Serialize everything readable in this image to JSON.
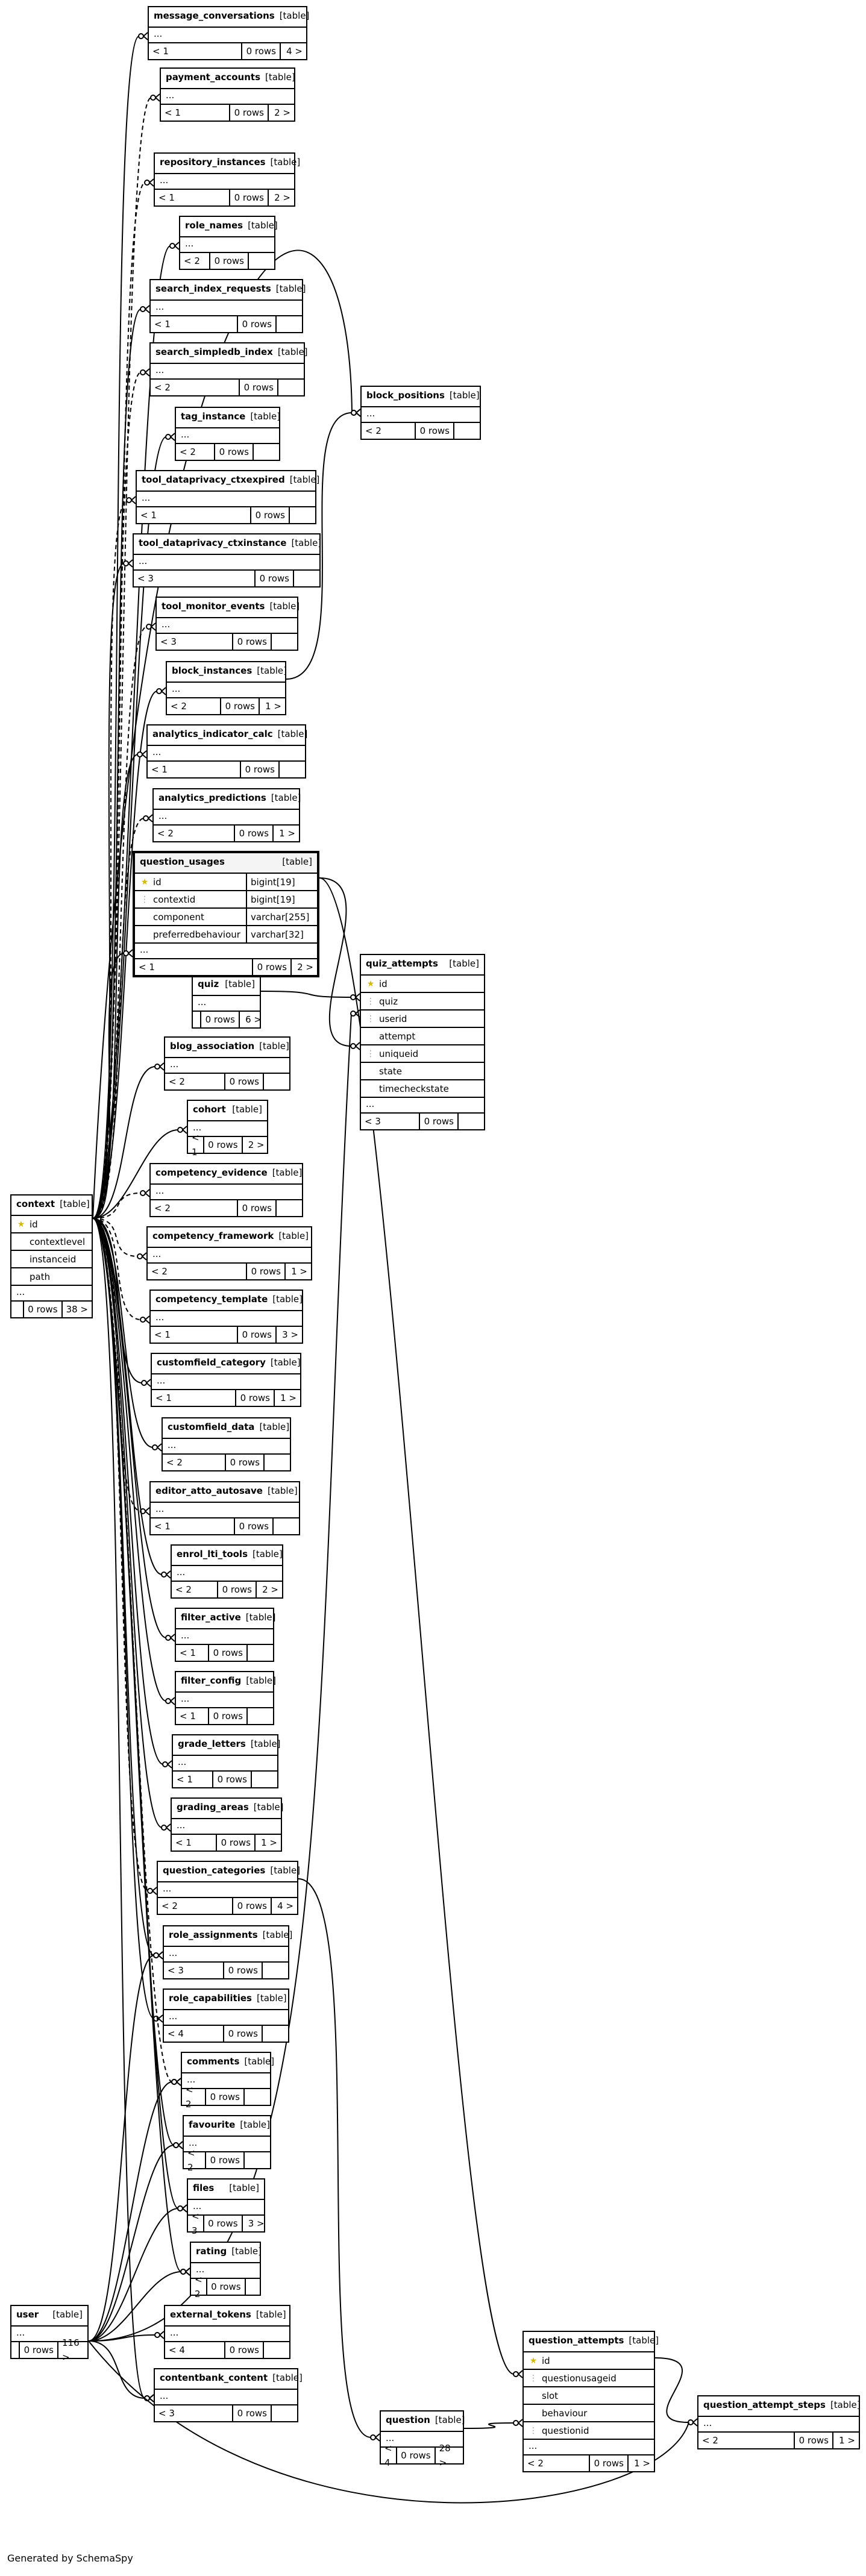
{
  "diagram": {
    "generated_by": "Generated by SchemaSpy",
    "type_label": "[table]",
    "tables": [
      {
        "id": "message_conversations",
        "name": "message_conversations",
        "parents": "< 1",
        "rows": "0 rows",
        "children": "4 >"
      },
      {
        "id": "payment_accounts",
        "name": "payment_accounts",
        "parents": "< 1",
        "rows": "0 rows",
        "children": "2 >"
      },
      {
        "id": "repository_instances",
        "name": "repository_instances",
        "parents": "< 1",
        "rows": "0 rows",
        "children": "2 >"
      },
      {
        "id": "role_names",
        "name": "role_names",
        "parents": "< 2",
        "rows": "0 rows",
        "children": ""
      },
      {
        "id": "search_index_requests",
        "name": "search_index_requests",
        "parents": "< 1",
        "rows": "0 rows",
        "children": ""
      },
      {
        "id": "search_simpledb_index",
        "name": "search_simpledb_index",
        "parents": "< 2",
        "rows": "0 rows",
        "children": ""
      },
      {
        "id": "tag_instance",
        "name": "tag_instance",
        "parents": "< 2",
        "rows": "0 rows",
        "children": ""
      },
      {
        "id": "tool_dataprivacy_ctxexpired",
        "name": "tool_dataprivacy_ctxexpired",
        "parents": "< 1",
        "rows": "0 rows",
        "children": ""
      },
      {
        "id": "tool_dataprivacy_ctxinstance",
        "name": "tool_dataprivacy_ctxinstance",
        "parents": "< 3",
        "rows": "0 rows",
        "children": ""
      },
      {
        "id": "tool_monitor_events",
        "name": "tool_monitor_events",
        "parents": "< 3",
        "rows": "0 rows",
        "children": ""
      },
      {
        "id": "block_instances",
        "name": "block_instances",
        "parents": "< 2",
        "rows": "0 rows",
        "children": "1 >"
      },
      {
        "id": "analytics_indicator_calc",
        "name": "analytics_indicator_calc",
        "parents": "< 1",
        "rows": "0 rows",
        "children": ""
      },
      {
        "id": "analytics_predictions",
        "name": "analytics_predictions",
        "parents": "< 2",
        "rows": "0 rows",
        "children": "1 >"
      },
      {
        "id": "block_positions",
        "name": "block_positions",
        "parents": "< 2",
        "rows": "0 rows",
        "children": ""
      },
      {
        "id": "quiz",
        "name": "quiz",
        "parents": "",
        "rows": "0 rows",
        "children": "6 >"
      },
      {
        "id": "blog_association",
        "name": "blog_association",
        "parents": "< 2",
        "rows": "0 rows",
        "children": ""
      },
      {
        "id": "cohort",
        "name": "cohort",
        "parents": "< 1",
        "rows": "0 rows",
        "children": "2 >"
      },
      {
        "id": "competency_evidence",
        "name": "competency_evidence",
        "parents": "< 2",
        "rows": "0 rows",
        "children": ""
      },
      {
        "id": "competency_framework",
        "name": "competency_framework",
        "parents": "< 2",
        "rows": "0 rows",
        "children": "1 >"
      },
      {
        "id": "competency_template",
        "name": "competency_template",
        "parents": "< 1",
        "rows": "0 rows",
        "children": "3 >"
      },
      {
        "id": "customfield_category",
        "name": "customfield_category",
        "parents": "< 1",
        "rows": "0 rows",
        "children": "1 >"
      },
      {
        "id": "customfield_data",
        "name": "customfield_data",
        "parents": "< 2",
        "rows": "0 rows",
        "children": ""
      },
      {
        "id": "editor_atto_autosave",
        "name": "editor_atto_autosave",
        "parents": "< 1",
        "rows": "0 rows",
        "children": ""
      },
      {
        "id": "enrol_lti_tools",
        "name": "enrol_lti_tools",
        "parents": "< 2",
        "rows": "0 rows",
        "children": "2 >"
      },
      {
        "id": "filter_active",
        "name": "filter_active",
        "parents": "< 1",
        "rows": "0 rows",
        "children": ""
      },
      {
        "id": "filter_config",
        "name": "filter_config",
        "parents": "< 1",
        "rows": "0 rows",
        "children": ""
      },
      {
        "id": "grade_letters",
        "name": "grade_letters",
        "parents": "< 1",
        "rows": "0 rows",
        "children": ""
      },
      {
        "id": "grading_areas",
        "name": "grading_areas",
        "parents": "< 1",
        "rows": "0 rows",
        "children": "1 >"
      },
      {
        "id": "question_categories",
        "name": "question_categories",
        "parents": "< 2",
        "rows": "0 rows",
        "children": "4 >"
      },
      {
        "id": "role_assignments",
        "name": "role_assignments",
        "parents": "< 3",
        "rows": "0 rows",
        "children": ""
      },
      {
        "id": "role_capabilities",
        "name": "role_capabilities",
        "parents": "< 4",
        "rows": "0 rows",
        "children": ""
      },
      {
        "id": "comments",
        "name": "comments",
        "parents": "< 2",
        "rows": "0 rows",
        "children": ""
      },
      {
        "id": "favourite",
        "name": "favourite",
        "parents": "< 2",
        "rows": "0 rows",
        "children": ""
      },
      {
        "id": "files",
        "name": "files",
        "parents": "< 3",
        "rows": "0 rows",
        "children": "3 >"
      },
      {
        "id": "rating",
        "name": "rating",
        "parents": "< 2",
        "rows": "0 rows",
        "children": ""
      },
      {
        "id": "external_tokens",
        "name": "external_tokens",
        "parents": "< 4",
        "rows": "0 rows",
        "children": ""
      },
      {
        "id": "contentbank_content",
        "name": "contentbank_content",
        "parents": "< 3",
        "rows": "0 rows",
        "children": ""
      },
      {
        "id": "question",
        "name": "question",
        "parents": "< 4",
        "rows": "0 rows",
        "children": "28 >"
      },
      {
        "id": "question_attempt_steps",
        "name": "question_attempt_steps",
        "parents": "< 2",
        "rows": "0 rows",
        "children": "1 >"
      },
      {
        "id": "user",
        "name": "user",
        "parents": "",
        "rows": "0 rows",
        "children": "116 >"
      },
      {
        "id": "context",
        "name": "context",
        "parents": "",
        "rows": "0 rows",
        "children": "38 >",
        "columns": [
          {
            "name": "id",
            "icon": "key"
          },
          {
            "name": "contextlevel",
            "icon": ""
          },
          {
            "name": "instanceid",
            "icon": ""
          },
          {
            "name": "path",
            "icon": ""
          }
        ]
      },
      {
        "id": "question_usages",
        "name": "question_usages",
        "parents": "< 1",
        "rows": "0 rows",
        "children": "2 >",
        "columns": [
          {
            "name": "id",
            "icon": "key",
            "type": "bigint[19]"
          },
          {
            "name": "contextid",
            "icon": "fk",
            "type": "bigint[19]"
          },
          {
            "name": "component",
            "icon": "",
            "type": "varchar[255]"
          },
          {
            "name": "preferredbehaviour",
            "icon": "",
            "type": "varchar[32]"
          }
        ]
      },
      {
        "id": "quiz_attempts",
        "name": "quiz_attempts",
        "parents": "< 3",
        "rows": "0 rows",
        "children": "",
        "columns": [
          {
            "name": "id",
            "icon": "key"
          },
          {
            "name": "quiz",
            "icon": "fk"
          },
          {
            "name": "userid",
            "icon": "fk"
          },
          {
            "name": "attempt",
            "icon": ""
          },
          {
            "name": "uniqueid",
            "icon": "fk"
          },
          {
            "name": "state",
            "icon": ""
          },
          {
            "name": "timecheckstate",
            "icon": ""
          }
        ]
      },
      {
        "id": "question_attempts",
        "name": "question_attempts",
        "parents": "< 2",
        "rows": "0 rows",
        "children": "1 >",
        "columns": [
          {
            "name": "id",
            "icon": "key"
          },
          {
            "name": "questionusageid",
            "icon": "fk"
          },
          {
            "name": "slot",
            "icon": ""
          },
          {
            "name": "behaviour",
            "icon": ""
          },
          {
            "name": "questionid",
            "icon": "fk"
          }
        ]
      }
    ]
  }
}
